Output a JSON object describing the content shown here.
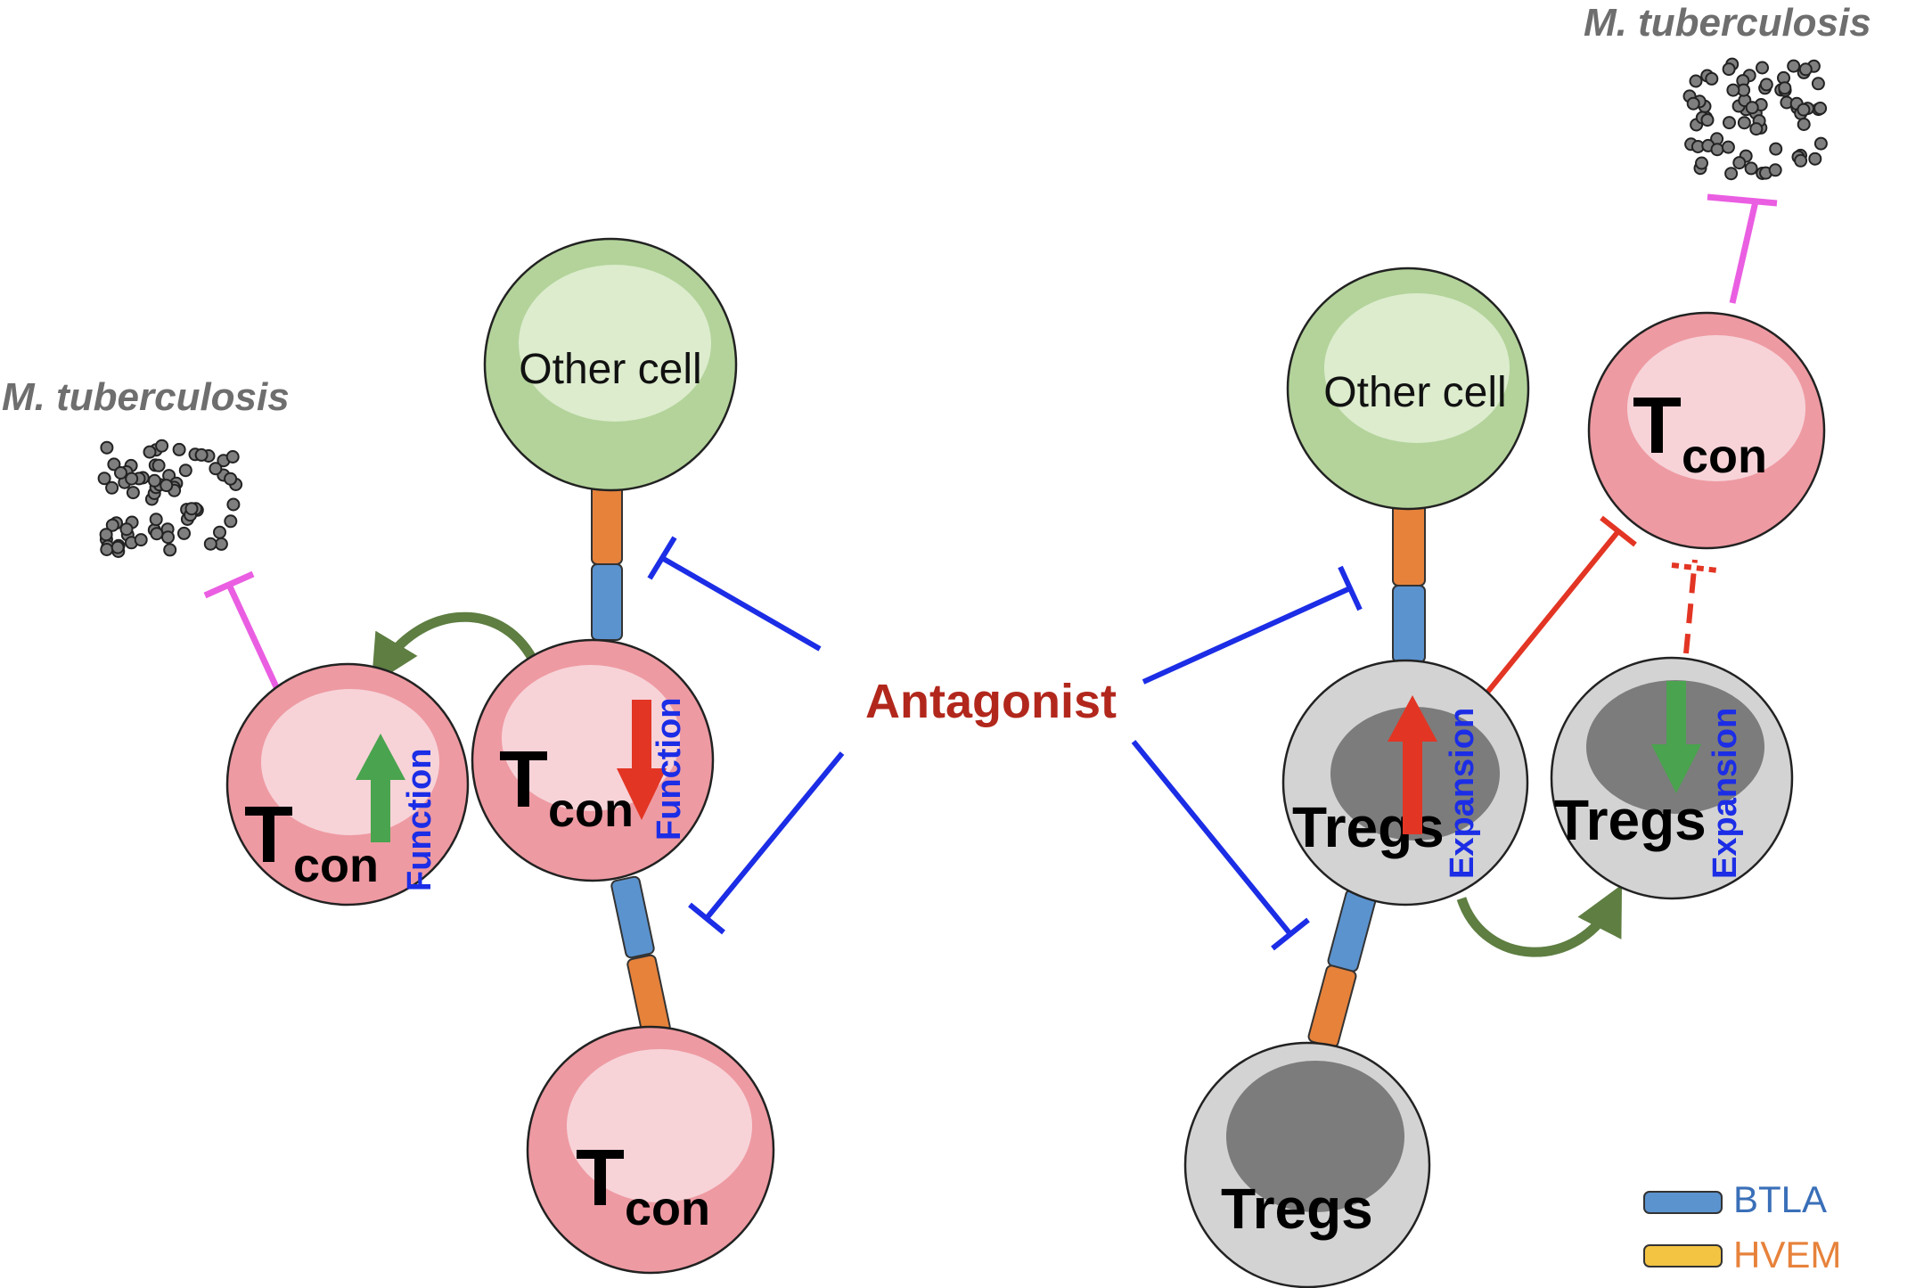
{
  "pathogen_label": "M. tuberculosis",
  "other_cell_label": "Other cell",
  "tcon": {
    "main": "T",
    "sub": "con"
  },
  "tregs_label": "Tregs",
  "function_label": "Function",
  "expansion_label": "Expansion",
  "antagonist_label": "Antagonist",
  "legend": [
    {
      "name": "BTLA",
      "color": "#5b93cf"
    },
    {
      "name": "HVEM",
      "color": "#e7823b"
    }
  ],
  "colors": {
    "tcon_fill": "#ee9aa2",
    "tcon_highlight": "#f7d3d8",
    "other_fill": "#b3d39a",
    "other_highlight": "#dceccd",
    "treg_fill": "#d3d3d3",
    "treg_nucleus": "#7c7c7c",
    "inhibit_blue": "#1c2de6",
    "inhibit_red": "#e33524",
    "inhibit_magenta": "#ea5ee2",
    "arrow_green": "#5e7e42",
    "up_green": "#4aa34e",
    "down_red": "#e33524",
    "vertical_text": "#1c2de6",
    "antagonist_text": "#b2271c",
    "pathogen_text": "#6e6e6e",
    "legend_hvem_fill": "#f3c342"
  }
}
